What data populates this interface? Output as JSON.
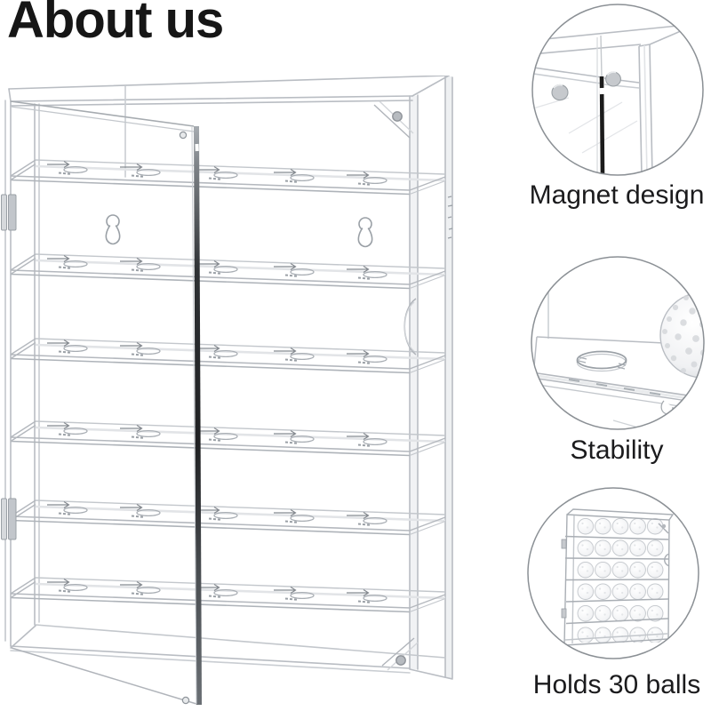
{
  "header": {
    "title": "About us"
  },
  "features": [
    {
      "id": "magnet",
      "label": "Magnet design"
    },
    {
      "id": "stability",
      "label": "Stability"
    },
    {
      "id": "capacity",
      "label": "Holds 30 balls"
    }
  ],
  "colors": {
    "background": "#ffffff",
    "text": "#1a1a1a",
    "line_light": "#b9bdc3",
    "line_dark": "#8f959b",
    "door_edge": "#2e3134",
    "metal_gray": "#c6c9cd"
  }
}
